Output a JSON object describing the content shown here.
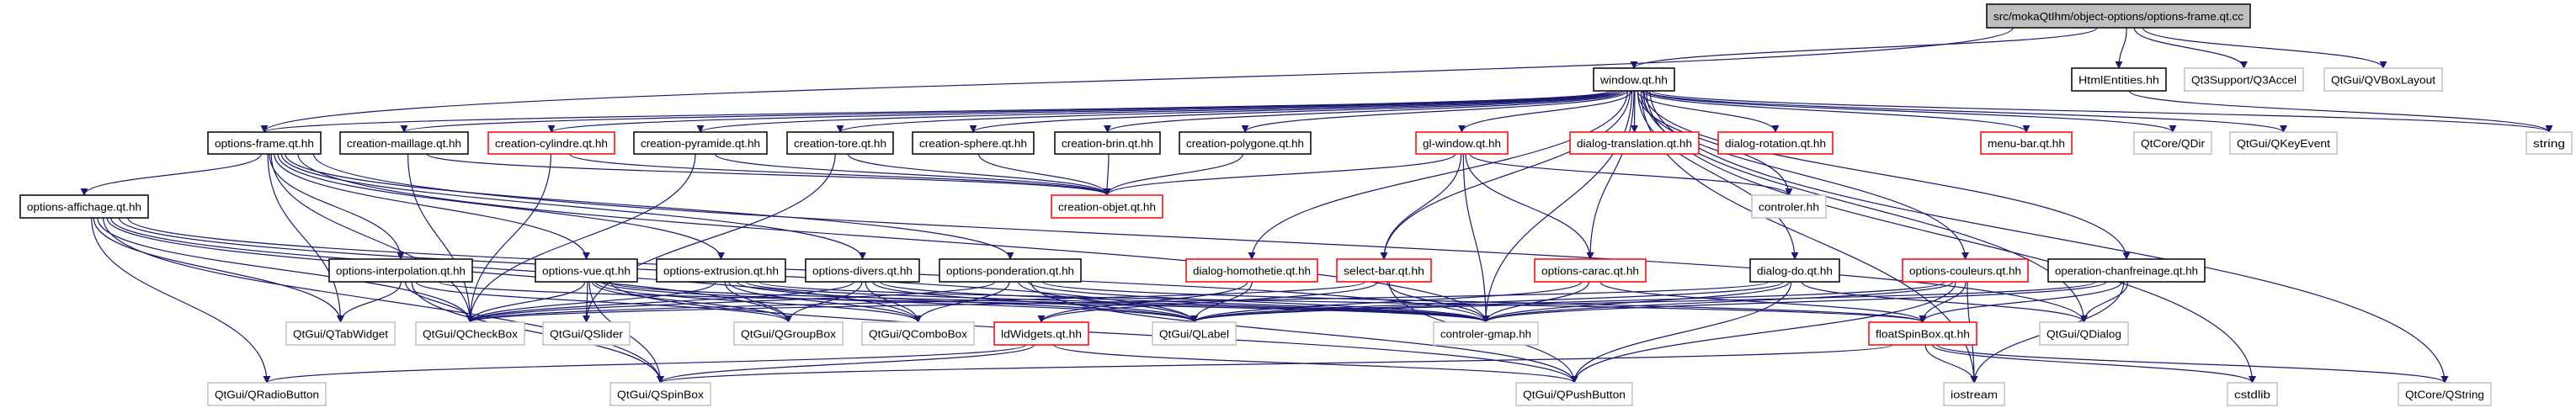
{
  "graph": {
    "title": "src/mokaQtIhm/object-options/options-frame.qt.cc",
    "colors": {
      "edge": "#191970",
      "root_fill": "#bfbfbf",
      "documented_border": "#000000",
      "incomplete_border": "#ff0000",
      "external_border": "#bfbfbf"
    },
    "nodes": [
      {
        "id": "top",
        "label": "src/mokaQtIhm/object-options/options-frame.qt.cc",
        "kind": "root"
      },
      {
        "id": "window",
        "label": "window.qt.hh",
        "kind": "documented"
      },
      {
        "id": "html",
        "label": "HtmlEntities.hh",
        "kind": "documented"
      },
      {
        "id": "q3accel",
        "label": "Qt3Support/Q3Accel",
        "kind": "external"
      },
      {
        "id": "qvbox",
        "label": "QtGui/QVBoxLayout",
        "kind": "external"
      },
      {
        "id": "oframe",
        "label": "options-frame.qt.hh",
        "kind": "documented"
      },
      {
        "id": "cmaillage",
        "label": "creation-maillage.qt.hh",
        "kind": "documented"
      },
      {
        "id": "ccyl",
        "label": "creation-cylindre.qt.hh",
        "kind": "incomplete"
      },
      {
        "id": "cpyr",
        "label": "creation-pyramide.qt.hh",
        "kind": "documented"
      },
      {
        "id": "ctore",
        "label": "creation-tore.qt.hh",
        "kind": "documented"
      },
      {
        "id": "csphere",
        "label": "creation-sphere.qt.hh",
        "kind": "documented"
      },
      {
        "id": "cbrin",
        "label": "creation-brin.qt.hh",
        "kind": "documented"
      },
      {
        "id": "cpoly",
        "label": "creation-polygone.qt.hh",
        "kind": "documented"
      },
      {
        "id": "glwin",
        "label": "gl-window.qt.hh",
        "kind": "incomplete"
      },
      {
        "id": "dtrans",
        "label": "dialog-translation.qt.hh",
        "kind": "incomplete"
      },
      {
        "id": "drot",
        "label": "dialog-rotation.qt.hh",
        "kind": "incomplete"
      },
      {
        "id": "menubar",
        "label": "menu-bar.qt.hh",
        "kind": "incomplete"
      },
      {
        "id": "qdir",
        "label": "QtCore/QDir",
        "kind": "external"
      },
      {
        "id": "qkey",
        "label": "QtGui/QKeyEvent",
        "kind": "external"
      },
      {
        "id": "string",
        "label": "string",
        "kind": "external"
      },
      {
        "id": "oaff",
        "label": "options-affichage.qt.hh",
        "kind": "documented"
      },
      {
        "id": "cobjet",
        "label": "creation-objet.qt.hh",
        "kind": "incomplete"
      },
      {
        "id": "controler",
        "label": "controler.hh",
        "kind": "external"
      },
      {
        "id": "ointerp",
        "label": "options-interpolation.qt.hh",
        "kind": "documented"
      },
      {
        "id": "ovue",
        "label": "options-vue.qt.hh",
        "kind": "documented"
      },
      {
        "id": "oextr",
        "label": "options-extrusion.qt.hh",
        "kind": "documented"
      },
      {
        "id": "odivers",
        "label": "options-divers.qt.hh",
        "kind": "documented"
      },
      {
        "id": "opond",
        "label": "options-ponderation.qt.hh",
        "kind": "documented"
      },
      {
        "id": "dhomo",
        "label": "dialog-homothetie.qt.hh",
        "kind": "incomplete"
      },
      {
        "id": "selbar",
        "label": "select-bar.qt.hh",
        "kind": "incomplete"
      },
      {
        "id": "ocarac",
        "label": "options-carac.qt.hh",
        "kind": "incomplete"
      },
      {
        "id": "ddo",
        "label": "dialog-do.qt.hh",
        "kind": "documented"
      },
      {
        "id": "ocoul",
        "label": "options-couleurs.qt.hh",
        "kind": "incomplete"
      },
      {
        "id": "ochanf",
        "label": "operation-chanfreinage.qt.hh",
        "kind": "documented"
      },
      {
        "id": "qtab",
        "label": "QtGui/QTabWidget",
        "kind": "external"
      },
      {
        "id": "qcheck",
        "label": "QtGui/QCheckBox",
        "kind": "external"
      },
      {
        "id": "qslider",
        "label": "QtGui/QSlider",
        "kind": "external"
      },
      {
        "id": "qgroup",
        "label": "QtGui/QGroupBox",
        "kind": "external"
      },
      {
        "id": "qcombo",
        "label": "QtGui/QComboBox",
        "kind": "external"
      },
      {
        "id": "ldw",
        "label": "ldWidgets.qt.hh",
        "kind": "incomplete"
      },
      {
        "id": "qlabel",
        "label": "QtGui/QLabel",
        "kind": "external"
      },
      {
        "id": "cgmap",
        "label": "controler-gmap.hh",
        "kind": "external"
      },
      {
        "id": "fspin",
        "label": "floatSpinBox.qt.hh",
        "kind": "incomplete"
      },
      {
        "id": "qdialog",
        "label": "QtGui/QDialog",
        "kind": "external"
      },
      {
        "id": "qradio",
        "label": "QtGui/QRadioButton",
        "kind": "external"
      },
      {
        "id": "qspin",
        "label": "QtGui/QSpinBox",
        "kind": "external"
      },
      {
        "id": "qpush",
        "label": "QtGui/QPushButton",
        "kind": "external"
      },
      {
        "id": "iostream",
        "label": "iostream",
        "kind": "external"
      },
      {
        "id": "cstdlib",
        "label": "cstdlib",
        "kind": "external"
      },
      {
        "id": "qstring",
        "label": "QtCore/QString",
        "kind": "external"
      }
    ],
    "edges": [
      [
        "top",
        "window"
      ],
      [
        "top",
        "html"
      ],
      [
        "top",
        "q3accel"
      ],
      [
        "top",
        "qvbox"
      ],
      [
        "top",
        "oframe"
      ],
      [
        "html",
        "string"
      ],
      [
        "window",
        "oframe"
      ],
      [
        "window",
        "cmaillage"
      ],
      [
        "window",
        "ccyl"
      ],
      [
        "window",
        "cpyr"
      ],
      [
        "window",
        "ctore"
      ],
      [
        "window",
        "csphere"
      ],
      [
        "window",
        "cbrin"
      ],
      [
        "window",
        "cpoly"
      ],
      [
        "window",
        "glwin"
      ],
      [
        "window",
        "dtrans"
      ],
      [
        "window",
        "drot"
      ],
      [
        "window",
        "menubar"
      ],
      [
        "window",
        "qdir"
      ],
      [
        "window",
        "qkey"
      ],
      [
        "window",
        "string"
      ],
      [
        "window",
        "controler"
      ],
      [
        "window",
        "selbar"
      ],
      [
        "window",
        "dhomo"
      ],
      [
        "window",
        "ddo"
      ],
      [
        "window",
        "ocoul"
      ],
      [
        "window",
        "ochanf"
      ],
      [
        "window",
        "ocarac"
      ],
      [
        "window",
        "cgmap"
      ],
      [
        "window",
        "cstdlib"
      ],
      [
        "window",
        "qstring"
      ],
      [
        "window",
        "qdialog"
      ],
      [
        "window",
        "iostream"
      ],
      [
        "cmaillage",
        "cobjet"
      ],
      [
        "ccyl",
        "cobjet"
      ],
      [
        "cpyr",
        "cobjet"
      ],
      [
        "ctore",
        "cobjet"
      ],
      [
        "csphere",
        "cobjet"
      ],
      [
        "cbrin",
        "cobjet"
      ],
      [
        "cpoly",
        "cobjet"
      ],
      [
        "cmaillage",
        "qcheck"
      ],
      [
        "ccyl",
        "qcheck"
      ],
      [
        "cpyr",
        "qcheck"
      ],
      [
        "ctore",
        "qslider"
      ],
      [
        "glwin",
        "cobjet"
      ],
      [
        "glwin",
        "selbar"
      ],
      [
        "glwin",
        "ocarac"
      ],
      [
        "glwin",
        "controler"
      ],
      [
        "glwin",
        "cgmap"
      ],
      [
        "oframe",
        "oaff"
      ],
      [
        "oframe",
        "ointerp"
      ],
      [
        "oframe",
        "ovue"
      ],
      [
        "oframe",
        "oextr"
      ],
      [
        "oframe",
        "odivers"
      ],
      [
        "oframe",
        "opond"
      ],
      [
        "oframe",
        "qtab"
      ],
      [
        "oframe",
        "qcheck"
      ],
      [
        "oframe",
        "cgmap"
      ],
      [
        "oframe",
        "qdialog"
      ],
      [
        "oaff",
        "qtab"
      ],
      [
        "oaff",
        "qcheck"
      ],
      [
        "oaff",
        "qgroup"
      ],
      [
        "oaff",
        "qradio"
      ],
      [
        "oaff",
        "qspin"
      ],
      [
        "oaff",
        "qlabel"
      ],
      [
        "oaff",
        "cgmap"
      ],
      [
        "oaff",
        "qcombo"
      ],
      [
        "ointerp",
        "qtab"
      ],
      [
        "ointerp",
        "qcheck"
      ],
      [
        "ointerp",
        "qgroup"
      ],
      [
        "ointerp",
        "cgmap"
      ],
      [
        "ointerp",
        "qspin"
      ],
      [
        "ovue",
        "qcheck"
      ],
      [
        "ovue",
        "qslider"
      ],
      [
        "ovue",
        "qspin"
      ],
      [
        "ovue",
        "qgroup"
      ],
      [
        "ovue",
        "qcombo"
      ],
      [
        "ovue",
        "qlabel"
      ],
      [
        "ovue",
        "cgmap"
      ],
      [
        "ovue",
        "qpush"
      ],
      [
        "oextr",
        "qcheck"
      ],
      [
        "oextr",
        "qgroup"
      ],
      [
        "oextr",
        "qcombo"
      ],
      [
        "oextr",
        "qlabel"
      ],
      [
        "oextr",
        "cgmap"
      ],
      [
        "oextr",
        "fspin"
      ],
      [
        "odivers",
        "qcheck"
      ],
      [
        "odivers",
        "qgroup"
      ],
      [
        "odivers",
        "qcombo"
      ],
      [
        "odivers",
        "qlabel"
      ],
      [
        "odivers",
        "cgmap"
      ],
      [
        "opond",
        "qcombo"
      ],
      [
        "opond",
        "qcheck"
      ],
      [
        "opond",
        "qlabel"
      ],
      [
        "opond",
        "cgmap"
      ],
      [
        "opond",
        "fspin"
      ],
      [
        "opond",
        "qpush"
      ],
      [
        "dhomo",
        "ldw"
      ],
      [
        "dhomo",
        "qlabel"
      ],
      [
        "selbar",
        "qcheck"
      ],
      [
        "selbar",
        "ldw"
      ],
      [
        "selbar",
        "cgmap"
      ],
      [
        "selbar",
        "qpush"
      ],
      [
        "ocarac",
        "qlabel"
      ],
      [
        "ocarac",
        "cgmap"
      ],
      [
        "ocarac",
        "fspin"
      ],
      [
        "ddo",
        "qlabel"
      ],
      [
        "ddo",
        "qdialog"
      ],
      [
        "ddo",
        "qpush"
      ],
      [
        "ddo",
        "cgmap"
      ],
      [
        "ddo",
        "qcheck"
      ],
      [
        "ocoul",
        "cgmap"
      ],
      [
        "ocoul",
        "fspin"
      ],
      [
        "ocoul",
        "qpush"
      ],
      [
        "ocoul",
        "iostream"
      ],
      [
        "ocoul",
        "qlabel"
      ],
      [
        "ochanf",
        "qdialog"
      ],
      [
        "ochanf",
        "fspin"
      ],
      [
        "ochanf",
        "cgmap"
      ],
      [
        "ochanf",
        "iostream"
      ],
      [
        "ochanf",
        "qlabel"
      ],
      [
        "ldw",
        "qradio"
      ],
      [
        "ldw",
        "qspin"
      ],
      [
        "ldw",
        "qpush"
      ],
      [
        "fspin",
        "qspin"
      ],
      [
        "fspin",
        "iostream"
      ],
      [
        "fspin",
        "cstdlib"
      ],
      [
        "fspin",
        "qstring"
      ]
    ]
  }
}
